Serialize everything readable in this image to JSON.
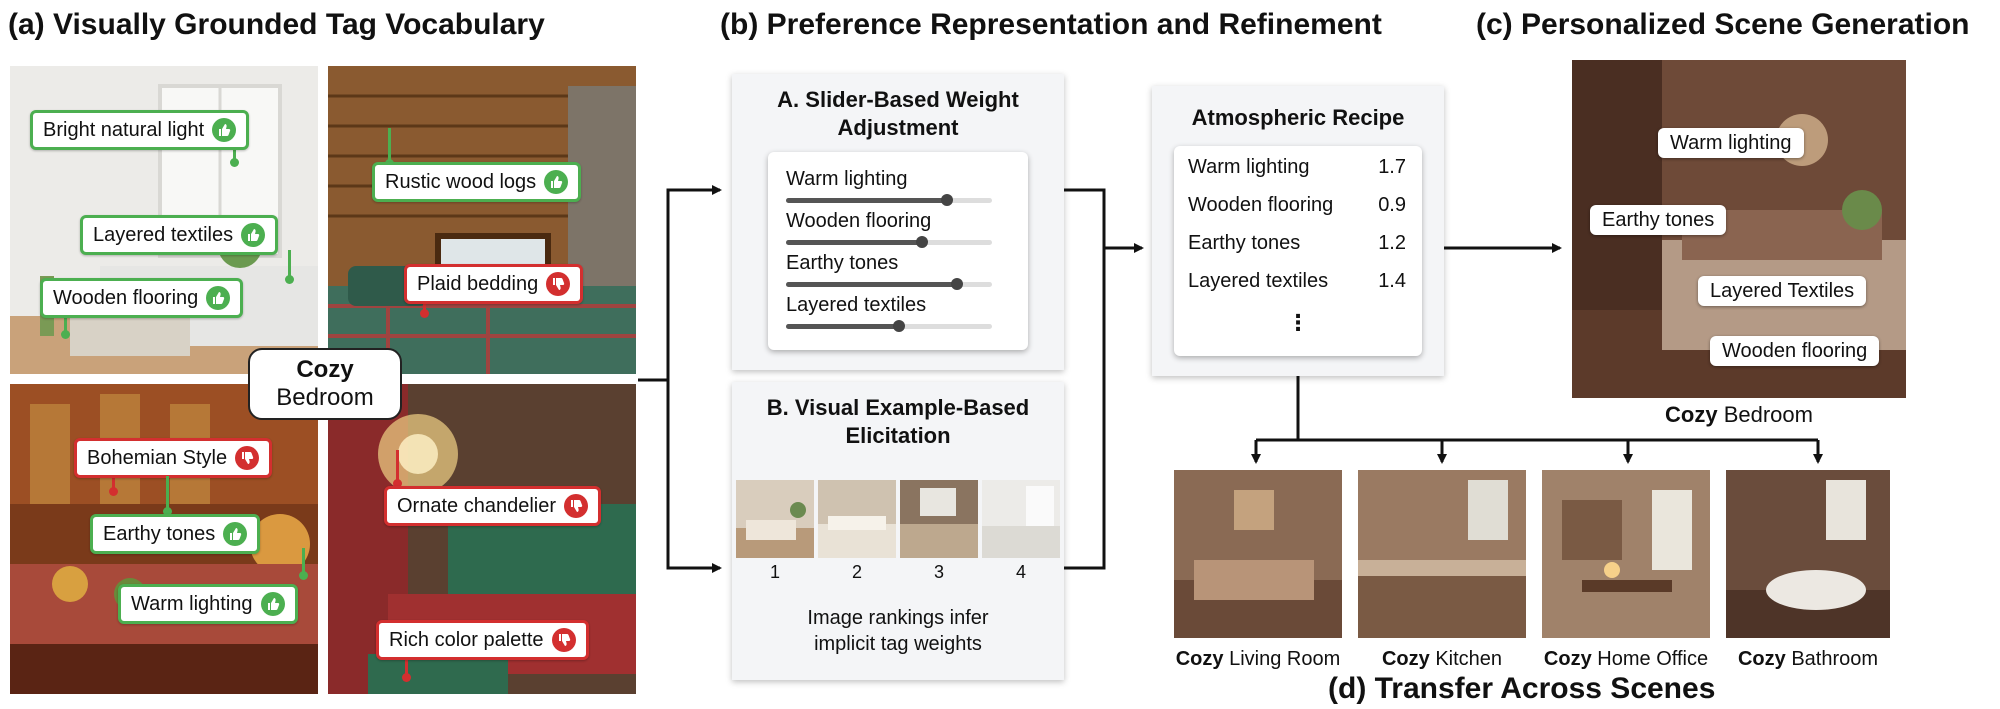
{
  "sections": {
    "a_title": "(a) Visually Grounded Tag Vocabulary",
    "b_title": "(b) Preference Representation and Refinement",
    "c_title": "(c) Personalized Scene Generation",
    "d_title": "(d) Transfer Across Scenes"
  },
  "center_label": {
    "bold": "Cozy",
    "rest": "Bedroom"
  },
  "tags": {
    "bright_natural_light": "Bright natural light",
    "layered_textiles": "Layered textiles",
    "wooden_flooring": "Wooden flooring",
    "rustic_wood_logs": "Rustic wood logs",
    "plaid_bedding": "Plaid bedding",
    "bohemian_style": "Bohemian Style",
    "earthy_tones": "Earthy tones",
    "warm_lighting": "Warm lighting",
    "ornate_chandelier": "Ornate chandelier",
    "rich_color_palette": "Rich color palette"
  },
  "colors": {
    "like": "#4caf50",
    "dislike": "#d32f2f"
  },
  "slider_panel": {
    "title_line1": "A. Slider-Based Weight",
    "title_line2": "Adjustment",
    "sliders": [
      {
        "label": "Warm lighting",
        "level": 0.78
      },
      {
        "label": "Wooden flooring",
        "level": 0.66
      },
      {
        "label": "Earthy tones",
        "level": 0.83
      },
      {
        "label": "Layered textiles",
        "level": 0.55
      }
    ]
  },
  "example_panel": {
    "title_line1": "B. Visual Example-Based",
    "title_line2": "Elicitation",
    "numbers": [
      "1",
      "2",
      "3",
      "4"
    ],
    "caption_line1": "Image rankings infer",
    "caption_line2": "implicit tag weights"
  },
  "recipe": {
    "title": "Atmospheric Recipe",
    "rows": [
      {
        "name": "Warm lighting",
        "value": "1.7"
      },
      {
        "name": "Wooden flooring",
        "value": "0.9"
      },
      {
        "name": "Earthy tones",
        "value": "1.2"
      },
      {
        "name": "Layered textiles",
        "value": "1.4"
      }
    ],
    "ellipsis": "⋮"
  },
  "result": {
    "tags": {
      "warm_lighting": "Warm lighting",
      "earthy_tones": "Earthy tones",
      "layered_textiles": "Layered Textiles",
      "wooden_flooring": "Wooden flooring"
    },
    "caption_bold": "Cozy",
    "caption_rest": "Bedroom"
  },
  "transfer": [
    {
      "bold": "Cozy",
      "rest": "Living Room"
    },
    {
      "bold": "Cozy",
      "rest": "Kitchen"
    },
    {
      "bold": "Cozy",
      "rest": "Home Office"
    },
    {
      "bold": "Cozy",
      "rest": "Bathroom"
    }
  ]
}
